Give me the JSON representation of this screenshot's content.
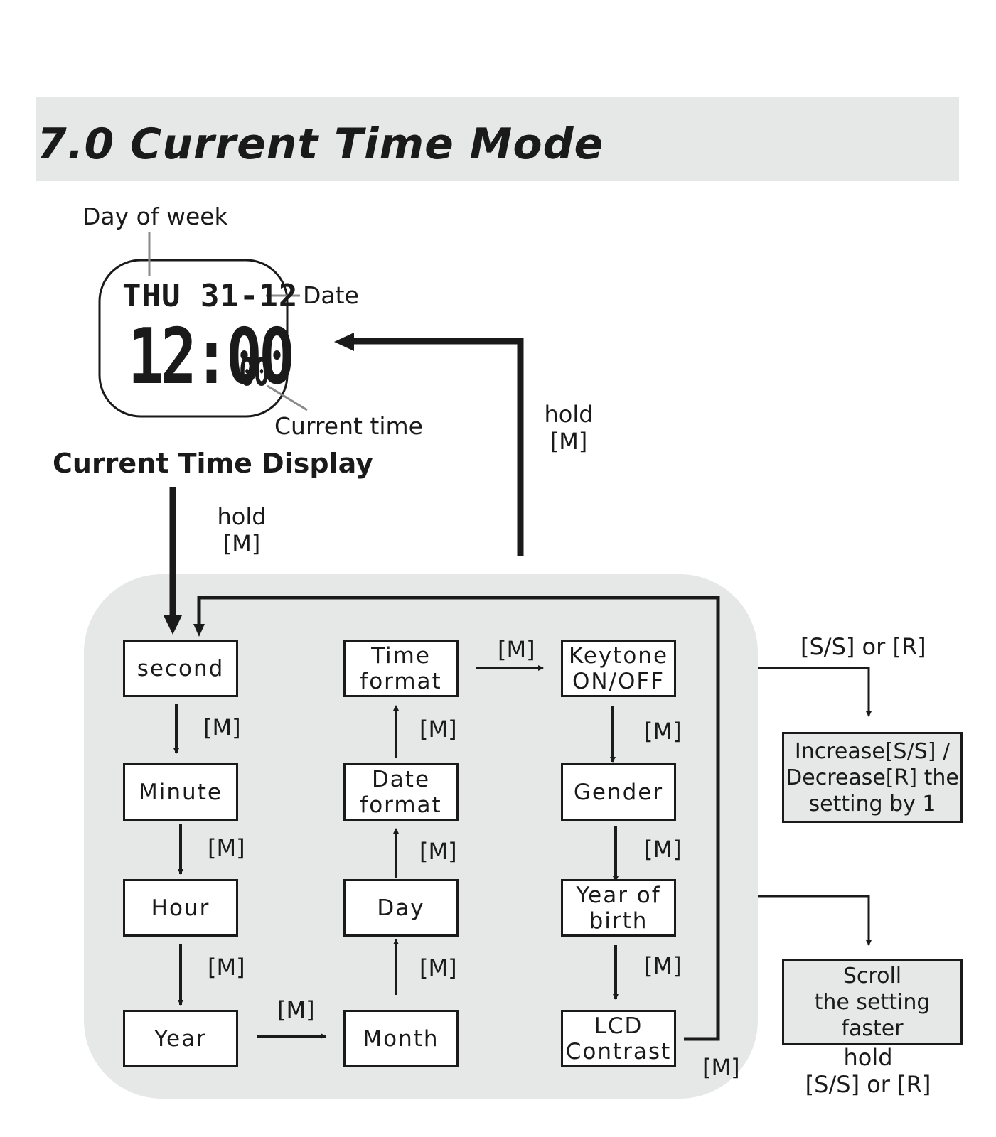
{
  "header": {
    "title": "7.0 Current Time Mode"
  },
  "display": {
    "day_of_week_label": "Day of week",
    "date_label": "Date",
    "current_time_label": "Current time",
    "section_title": "Current Time Display",
    "lcd_day_date": "THU 31-12",
    "lcd_time": "12:00",
    "lcd_seconds": "00"
  },
  "transitions": {
    "enter": "hold\n[M]",
    "exit": "hold\n[M]",
    "step": "[M]",
    "adjust": "[S/S] or [R]",
    "fast": "hold\n[S/S] or [R]"
  },
  "settings": {
    "second": "second",
    "minute": "Minute",
    "hour": "Hour",
    "year": "Year",
    "month": "Month",
    "day": "Day",
    "date_format": "Date\nformat",
    "time_format": "Time\nformat",
    "keytone": "Keytone\nON/OFF",
    "gender": "Gender",
    "year_of_birth": "Year of\nbirth",
    "lcd_contrast": "LCD\nContrast"
  },
  "side": {
    "increase_decrease": "Increase[S/S] /\nDecrease[R] the\nsetting by 1",
    "scroll": "Scroll\nthe setting\nfaster"
  }
}
